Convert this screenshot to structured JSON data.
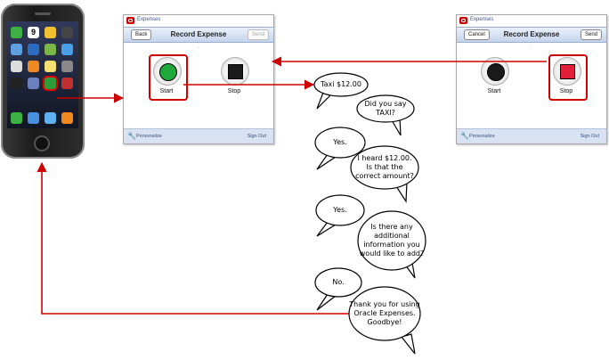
{
  "phone": {
    "calendar_day": "9"
  },
  "screen_start": {
    "app_name": "Expenses",
    "title": "Record Expense",
    "left_button": "Back",
    "right_button": "Send",
    "start_label": "Start",
    "stop_label": "Stop",
    "personalize": "Personalize",
    "sign_out": "Sign Out",
    "start_color": "#1fa83c"
  },
  "screen_stop": {
    "app_name": "Expenses",
    "title": "Record Expense",
    "left_button": "Cancel",
    "right_button": "Send",
    "start_label": "Start",
    "stop_label": "Stop",
    "personalize": "Personalize",
    "sign_out": "Sign Out",
    "stop_color": "#e0203a"
  },
  "dialog": [
    {
      "speaker": "user",
      "lines": [
        "Taxi $12.00"
      ]
    },
    {
      "speaker": "system",
      "lines": [
        "Did you say",
        "TAXI?"
      ]
    },
    {
      "speaker": "user",
      "lines": [
        "Yes."
      ]
    },
    {
      "speaker": "system",
      "lines": [
        "I heard $12.00.",
        "Is that the",
        "correct amount?"
      ]
    },
    {
      "speaker": "user",
      "lines": [
        "Yes."
      ]
    },
    {
      "speaker": "system",
      "lines": [
        "Is there any",
        "additional",
        "information you",
        "would like to add?"
      ]
    },
    {
      "speaker": "user",
      "lines": [
        "No."
      ]
    },
    {
      "speaker": "system",
      "lines": [
        "Thank you for using",
        "Oracle Expenses.",
        "Goodbye!"
      ]
    }
  ],
  "colors": {
    "flow_arrow": "#d00000",
    "highlight": "#d00000"
  }
}
